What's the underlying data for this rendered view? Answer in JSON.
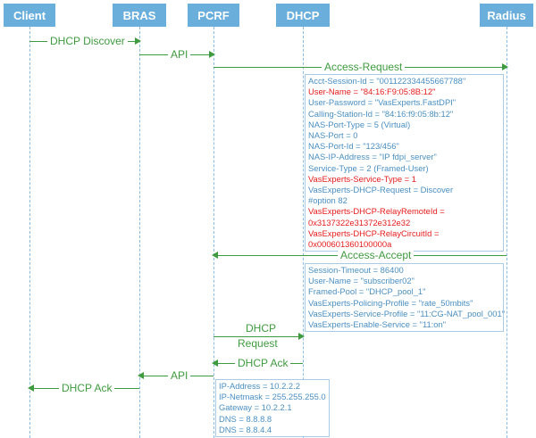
{
  "actors": [
    "Client",
    "BRAS",
    "PCRF",
    "DHCP",
    "Radius"
  ],
  "messages": {
    "dhcp_discover": "DHCP Discover",
    "api_1": "API",
    "access_request": "Access-Request",
    "access_accept": "Access-Accept",
    "dhcp_request_1": "DHCP",
    "dhcp_request_2": "Request",
    "dhcp_ack_1": "DHCP Ack",
    "api_2": "API",
    "dhcp_ack_2": "DHCP Ack"
  },
  "access_request_attributes": [
    {
      "text": "Acct-Session-Id = \"001122334455667788\"",
      "highlight": false
    },
    {
      "text": "User-Name = \"84:16:F9:05:8B:12\"",
      "highlight": true
    },
    {
      "text": "User-Password = \"VasExperts.FastDPI\"",
      "highlight": false
    },
    {
      "text": "Calling-Station-Id = \"84:16:f9:05:8b:12\"",
      "highlight": false
    },
    {
      "text": "NAS-Port-Type = 5 (Virtual)",
      "highlight": false
    },
    {
      "text": "NAS-Port = 0",
      "highlight": false
    },
    {
      "text": "NAS-Port-Id = \"123/456\"",
      "highlight": false
    },
    {
      "text": "NAS-IP-Address = \"IP fdpi_server\"",
      "highlight": false
    },
    {
      "text": "Service-Type = 2 (Framed-User)",
      "highlight": false
    },
    {
      "text": "VasExperts-Service-Type = 1",
      "highlight": true
    },
    {
      "text": "VasExperts-DHCP-Request = Discover",
      "highlight": false
    },
    {
      "text": "#option 82",
      "highlight": false
    },
    {
      "text": "VasExperts-DHCP-RelayRemoteId =",
      "highlight": true
    },
    {
      "text": "0x3137322e31372e312e32",
      "highlight": true
    },
    {
      "text": "VasExperts-DHCP-RelayCircuitId =",
      "highlight": true
    },
    {
      "text": "0x000601360100000a",
      "highlight": true
    }
  ],
  "access_accept_attributes": [
    "Session-Timeout = 86400",
    "User-Name = \"subscriber02\"",
    "Framed-Pool = \"DHCP_pool_1\"",
    "VasExperts-Policing-Profile = \"rate_50mbits\"",
    "VasExperts-Service-Profile = \"11:CG-NAT_pool_001\"",
    "VasExperts-Enable-Service = \"11:on\""
  ],
  "dhcp_ack_details": [
    "IP-Address = 10.2.2.2",
    "IP-Netmask = 255.255.255.0",
    "Gateway = 10.2.2.1",
    "DNS = 8.8.8.8",
    "DNS = 8.8.4.4"
  ],
  "colors": {
    "actor_bg": "#6aaedb",
    "actor_text": "#ffffff",
    "arrow": "#3f9b3f",
    "info_text": "#4a8fc2",
    "highlight": "#e51c1c",
    "lifeline": "#8bbbe0"
  }
}
